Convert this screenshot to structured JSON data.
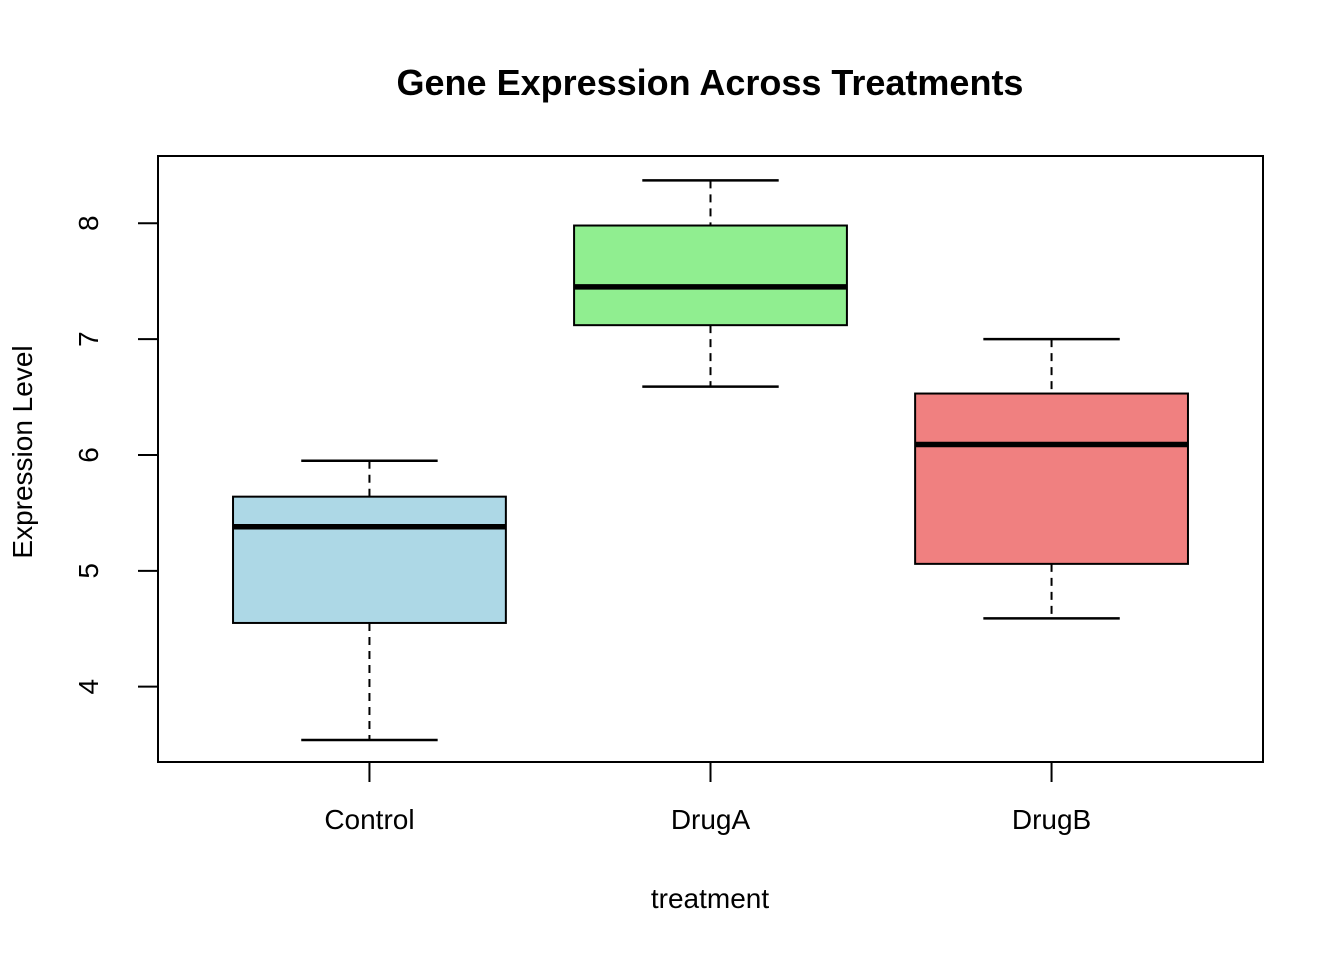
{
  "title": "Gene Expression Across Treatments",
  "x_axis": {
    "label": "treatment",
    "categories": [
      "Control",
      "DrugA",
      "DrugB"
    ]
  },
  "y_axis": {
    "label": "Expression Level",
    "ticks": [
      "4",
      "5",
      "6",
      "7",
      "8"
    ]
  },
  "colors": {
    "background": "#ffffff",
    "frame": "#000000",
    "text": "#000000",
    "box_border": "#000000",
    "median_line": "#000000",
    "whisker": "#000000"
  },
  "chart_data": {
    "type": "boxplot",
    "title": "Gene Expression Across Treatments",
    "xlabel": "treatment",
    "ylabel": "Expression Level",
    "categories": [
      "Control",
      "DrugA",
      "DrugB"
    ],
    "yticks": [
      4,
      5,
      6,
      7,
      8
    ],
    "ylim": [
      3.35,
      8.58
    ],
    "grid": false,
    "legend": "none",
    "series": [
      {
        "name": "Control",
        "min": 3.54,
        "q1": 4.55,
        "median": 5.38,
        "q3": 5.64,
        "max": 5.95,
        "fill_color": "#ADD8E6"
      },
      {
        "name": "DrugA",
        "min": 6.59,
        "q1": 7.12,
        "median": 7.45,
        "q3": 7.98,
        "max": 8.37,
        "fill_color": "#90EE90"
      },
      {
        "name": "DrugB",
        "min": 4.59,
        "q1": 5.06,
        "median": 6.09,
        "q3": 6.53,
        "max": 7.0,
        "fill_color": "#F08080"
      }
    ]
  }
}
